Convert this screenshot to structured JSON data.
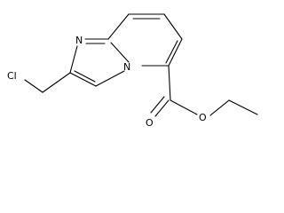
{
  "molecule": {
    "atoms": {
      "n_imidazole": "N",
      "n_bridgehead": "N",
      "chlorine": "Cl",
      "carbonyl_oxygen": "O",
      "ester_oxygen": "O"
    },
    "colors": {
      "bond": "#000000",
      "label": "#000000",
      "background": "#ffffff"
    }
  }
}
